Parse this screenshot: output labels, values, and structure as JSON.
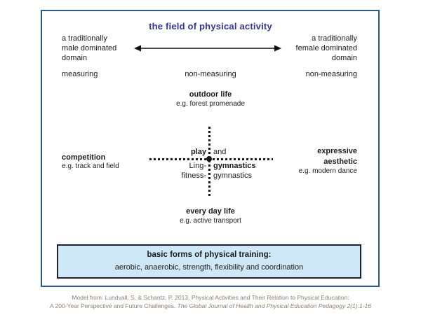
{
  "title": "the field of physical activity",
  "gender_axis": {
    "male": "a traditionally\nmale dominated\ndomain",
    "female": "a traditionally\nfemale dominated\ndomain"
  },
  "measuring": {
    "left": "measuring",
    "center": "non-measuring",
    "right": "non-measuring"
  },
  "quadrants": {
    "outdoor": {
      "label": "outdoor life",
      "example": "e.g. forest promenade"
    },
    "competition": {
      "label": "competition",
      "example": "e.g. track and field"
    },
    "expressive": {
      "label": "expressive\naesthetic",
      "example": "e.g. modern dance"
    },
    "everyday": {
      "label": "every day life",
      "example": "e.g. active transport"
    }
  },
  "center_cross": {
    "play": "play",
    "and": "and",
    "ling": "Ling-",
    "ling_gymnastics": "gymnastics",
    "fitness": "fitness-",
    "fitness_gymnastics": "gymnastics"
  },
  "training_box": {
    "title": "basic forms of physical training:",
    "items": "aerobic, anaerobic, strength, flexibility and coordination"
  },
  "citation": {
    "line1": "Model from: Lundvall, S. & Schantz, P. 2013. Physical Activities and Their Relation to Physical Education:",
    "line2_prefix": "A 200-Year Perspective and Future Challenges. ",
    "line2_journal": "The Global Journal of Health and Physical Education Pedagogy 2(1):1-16"
  },
  "colors": {
    "title_text": "#333399",
    "frame_border": "#2c5a88",
    "training_box_fill": "#cfe8f7",
    "training_box_border": "#21212b",
    "citation_text": "#8f7e6d",
    "body_text": "#1b1b1b"
  }
}
